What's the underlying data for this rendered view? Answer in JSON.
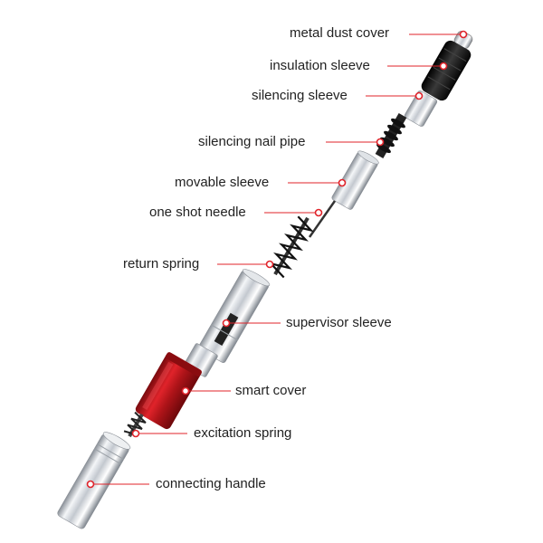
{
  "labels": {
    "metal_dust_cover": "metal dust cover",
    "insulation_sleeve": "insulation sleeve",
    "silencing_sleeve": "silencing sleeve",
    "silencing_nail_pipe": "silencing nail pipe",
    "movable_sleeve": "movable sleeve",
    "one_shot_needle": "one shot needle",
    "return_spring": "return spring",
    "supervisor_sleeve": "supervisor sleeve",
    "smart_cover": "smart cover",
    "excitation_spring": "excitation spring",
    "connecting_handle": "connecting handle"
  },
  "colors": {
    "marker": "#e0232a",
    "leader_line": "#e0232a",
    "chrome": "#c8ccd2",
    "rubber": "#1a1a1a",
    "red_body": "#c4161c"
  }
}
